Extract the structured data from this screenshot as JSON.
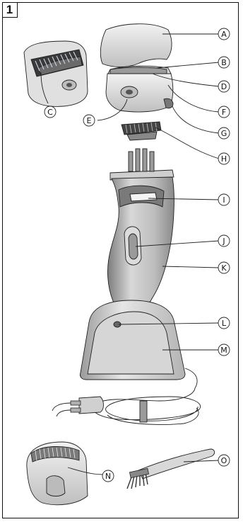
{
  "figure": {
    "number": "1"
  },
  "labels": [
    "A",
    "B",
    "C",
    "D",
    "E",
    "F",
    "G",
    "H",
    "I",
    "J",
    "K",
    "L",
    "M",
    "N",
    "O"
  ],
  "colors": {
    "ink": "#222222",
    "shell": "#d4d4d4",
    "shell_dark": "#8f8f8f",
    "shell_light": "#eeeeee",
    "background": "#ffffff"
  }
}
